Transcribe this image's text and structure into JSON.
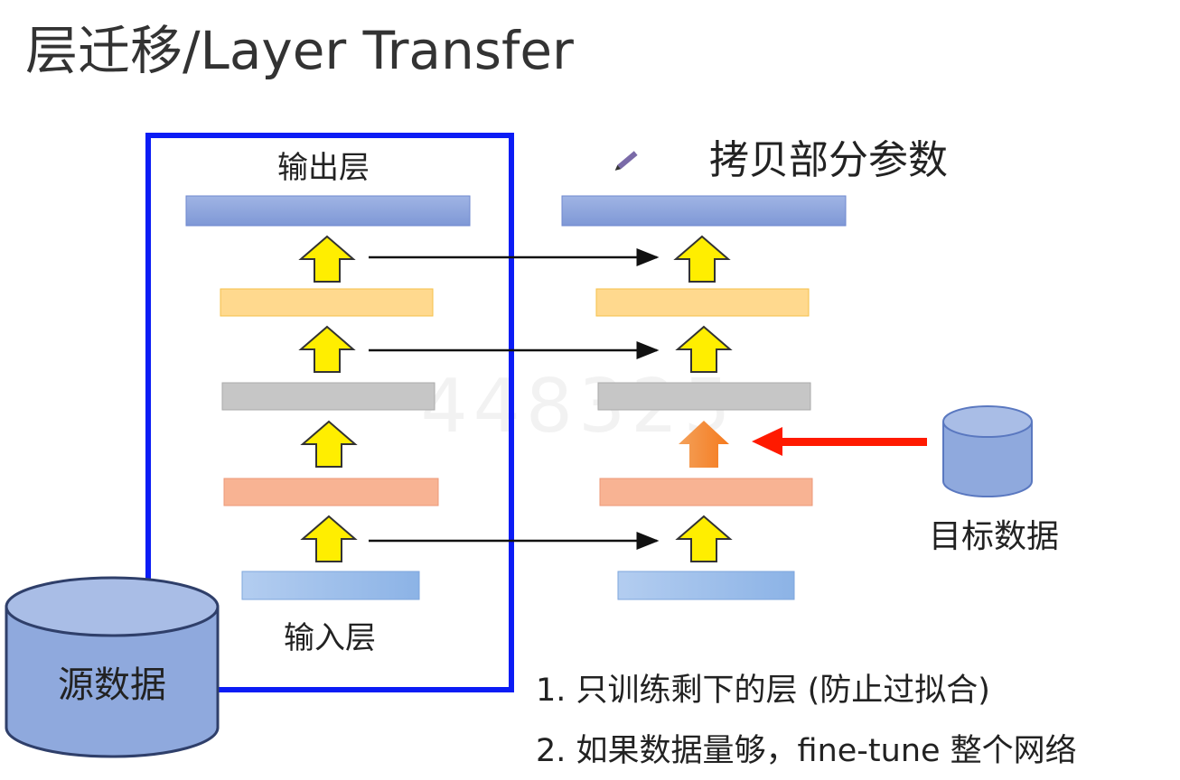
{
  "title": "层迁移/Layer Transfer",
  "watermark": "448325",
  "source_network": {
    "output_label": "输出层",
    "input_label": "输入层",
    "data_label": "源数据"
  },
  "target_network": {
    "copy_label": "拷贝部分参数",
    "data_label": "目标数据"
  },
  "notes": [
    "1. 只训练剩下的层 (防止过拟合)",
    "2. 如果数据量够，fine-tune 整个网络"
  ],
  "colors": {
    "frame": "#0b1cf5",
    "output_layer": "#8ea5dc",
    "hidden_yellow": "#ffd98e",
    "hidden_gray": "#c6c6c6",
    "hidden_salmon": "#f8b393",
    "input_layer": "#a3c2ec",
    "up_arrow": "#ffee00",
    "trained_arrow": "#f57f25",
    "red_arrow": "#ff1a00",
    "cylinder": "#8fa9dd"
  }
}
